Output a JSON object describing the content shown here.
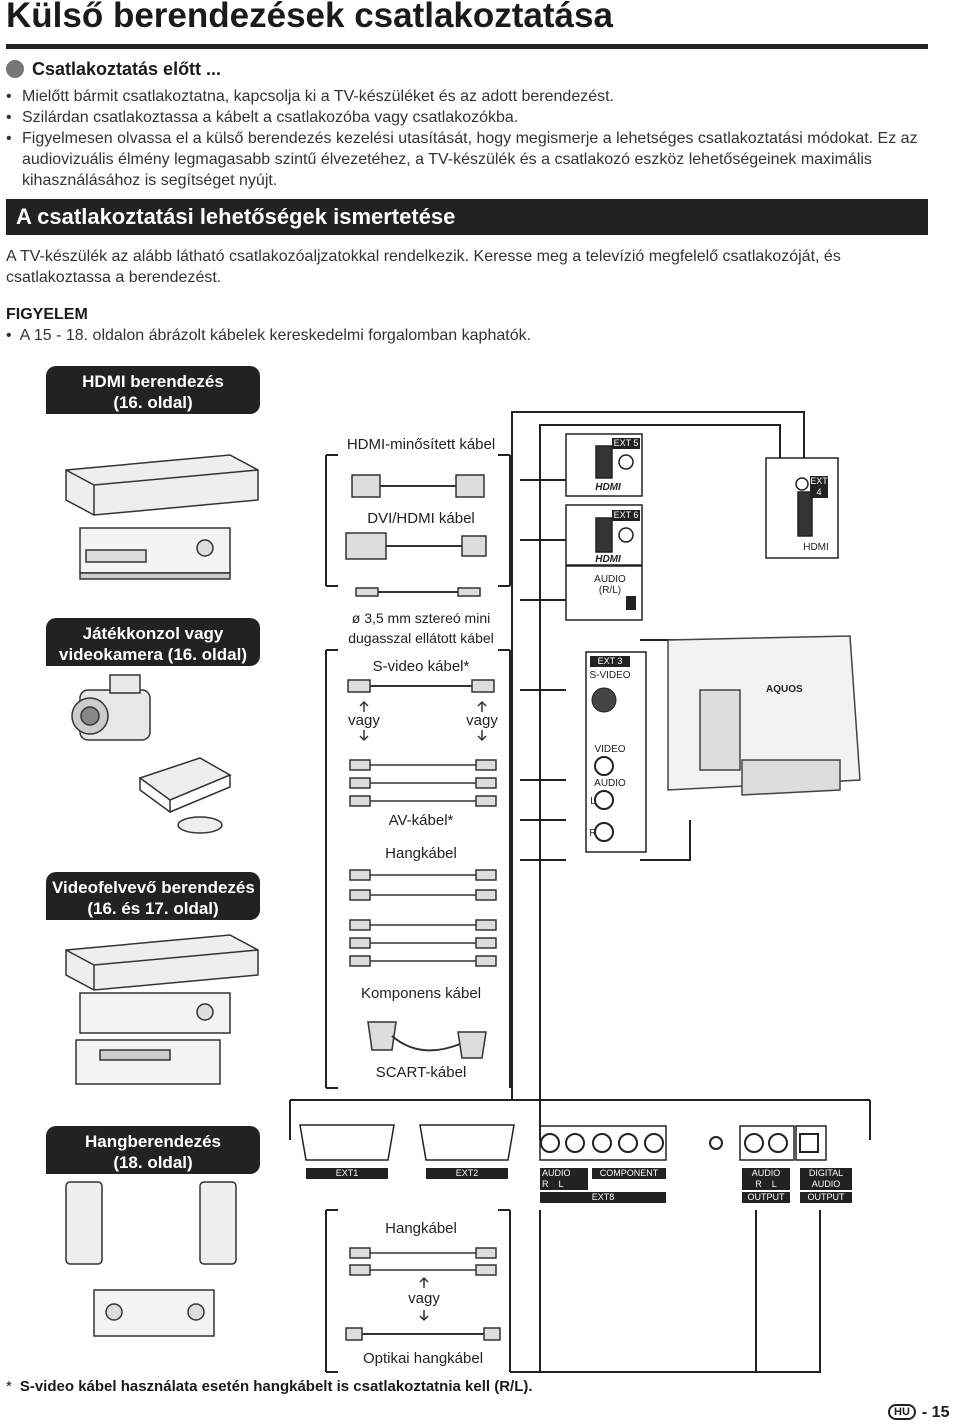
{
  "page": {
    "title": "Külső berendezések csatlakoztatása",
    "subheading": "Csatlakoztatás előtt ...",
    "bullets": [
      "Mielőtt bármit csatlakoztatna, kapcsolja ki a TV-készüléket és az adott berendezést.",
      "Szilárdan csatlakoztassa a kábelt a csatlakozóba vagy csatlakozókba.",
      "Figyelmesen olvassa el a külső berendezés kezelési utasítását, hogy megismerje a lehetséges csatlakoztatási módokat. Ez az audiovizuális élmény legmagasabb szintű élvezetéhez, a TV-készülék és a csatlakozó eszköz lehetőségeinek maximális kihasználásához is segítséget nyújt."
    ],
    "section_title": "A csatlakoztatási lehetőségek ismertetése",
    "intro": "A TV-készülék az alább látható csatlakozóaljzatokkal rendelkezik. Keresse meg a televízió megfelelő csatlakozóját, és csatlakoztassa a berendezést.",
    "caution_title": "FIGYELEM",
    "caution_text": "A 15 - 18. oldalon ábrázolt kábelek kereskedelmi forgalomban kaphatók.",
    "footnote_marker": "*",
    "footnote": "S-video kábel használata esetén hangkábelt is csatlakoztatnia kell (R/L).",
    "lang_badge": "HU",
    "page_number": "- 15"
  },
  "devices": {
    "hdmi": "HDMI berendezés\n(16. oldal)",
    "console": "Játékkonzol vagy\nvideokamera (16. oldal)",
    "recorder": "Videofelvevő berendezés\n(16. és 17. oldal)",
    "audio": "Hangberendezés\n(18. oldal)"
  },
  "cables": {
    "hdmi": "HDMI-minősített kábel",
    "dvi": "DVI/HDMI kábel",
    "mini_line1": "ø 3,5 mm sztereó mini",
    "mini_line2": "dugasszal ellátott kábel",
    "svideo": "S-video kábel*",
    "or": "vagy",
    "av": "AV-kábel*",
    "audio": "Hangkábel",
    "component": "Komponens kábel",
    "scart": "SCART-kábel",
    "audio2": "Hangkábel",
    "optical": "Optikai hangkábel"
  },
  "ports": {
    "ext5": "EXT 5",
    "ext6": "EXT 6",
    "ext4": "EXT\n4",
    "hdmi_logo": "HDMI",
    "hdmi_small": "HDMI",
    "audio_rl": "AUDIO\n(R/L)",
    "ext3": "EXT 3",
    "svideo": "S-VIDEO",
    "video": "VIDEO",
    "audio": "AUDIO",
    "l": "L",
    "r": "R",
    "ext1": "EXT1",
    "ext2": "EXT2",
    "audio_rl_bottom": "AUDIO\nR    L",
    "component": "COMPONENT",
    "ext8": "EXT8",
    "audio_out": "AUDIO\nR    L",
    "output": "OUTPUT",
    "digital": "DIGITAL\nAUDIO",
    "output2": "OUTPUT",
    "tv_brand": "AQUOS"
  }
}
